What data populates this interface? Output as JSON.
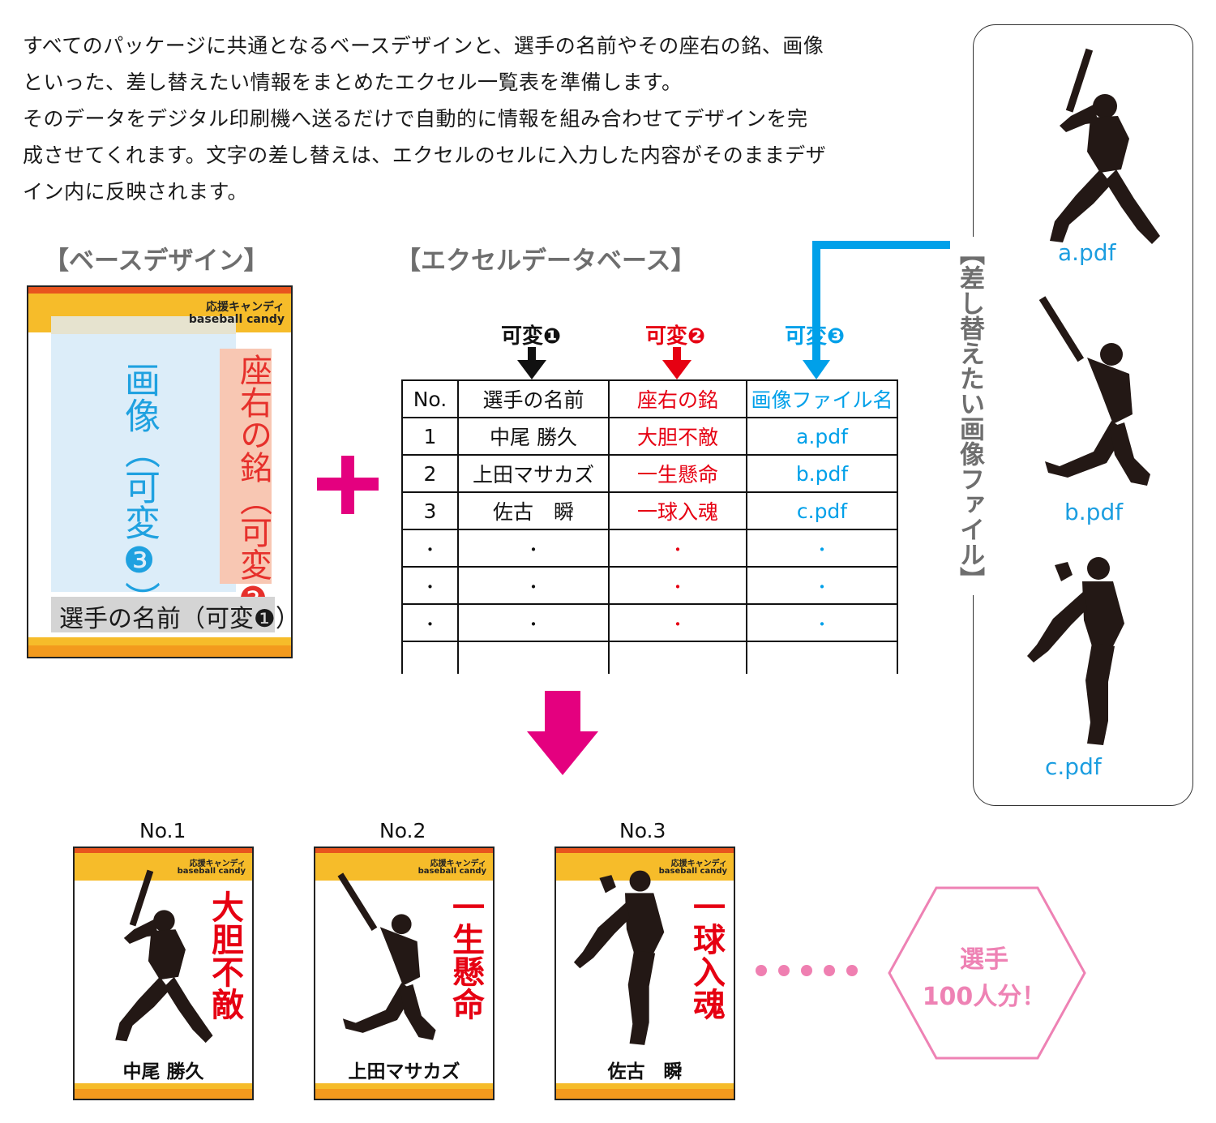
{
  "intro": {
    "lines": [
      "すべてのパッケージに共通となるベースデザインと、選手の名前やその座右の銘、画像",
      "といった、差し替えたい情報をまとめたエクセル一覧表を準備します。",
      "そのデータをデジタル印刷機へ送るだけで自動的に情報を組み合わせてデザインを完",
      "成させてくれます。文字の差し替えは、エクセルのセルに入力した内容がそのままデザ",
      "イン内に反映されます。"
    ]
  },
  "base_design": {
    "heading": "【ベースデザイン】",
    "brand_jp": "応援キャンディ",
    "brand_en": "baseball candy",
    "image_label": "画像（可変❸）",
    "motto_label": "座右の銘（可変❷）",
    "name_label": "選手の名前（可変❶）"
  },
  "database": {
    "heading": "【エクセルデータベース】",
    "var1": "可変❶",
    "var2": "可変❷",
    "var3": "可変❸",
    "columns": [
      "No.",
      "選手の名前",
      "座右の銘",
      "画像ファイル名"
    ],
    "rows": [
      [
        "1",
        "中尾 勝久",
        "大胆不敵",
        "a.pdf"
      ],
      [
        "2",
        "上田マサカズ",
        "一生懸命",
        "b.pdf"
      ],
      [
        "3",
        "佐古　瞬",
        "一球入魂",
        "c.pdf"
      ],
      [
        "・",
        "・",
        "・",
        "・"
      ],
      [
        "・",
        "・",
        "・",
        "・"
      ],
      [
        "・",
        "・",
        "・",
        "・"
      ]
    ]
  },
  "file_panel": {
    "title": "【差し替えたい画像ファイル】",
    "files": [
      "a.pdf",
      "b.pdf",
      "c.pdf"
    ]
  },
  "outputs": [
    {
      "no": "No.1",
      "motto": "大胆不敵",
      "name": "中尾 勝久"
    },
    {
      "no": "No.2",
      "motto": "一生懸命",
      "name": "上田マサカズ"
    },
    {
      "no": "No.3",
      "motto": "一球入魂",
      "name": "佐古　瞬"
    }
  ],
  "summary": {
    "line1": "選手",
    "line2": "100人分！"
  },
  "colors": {
    "magenta": "#e4007f",
    "red": "#e60012",
    "blue": "#00a0e9",
    "pink": "#ee82b4",
    "orange": "#f39a1d",
    "yellow": "#f6bc2a"
  }
}
